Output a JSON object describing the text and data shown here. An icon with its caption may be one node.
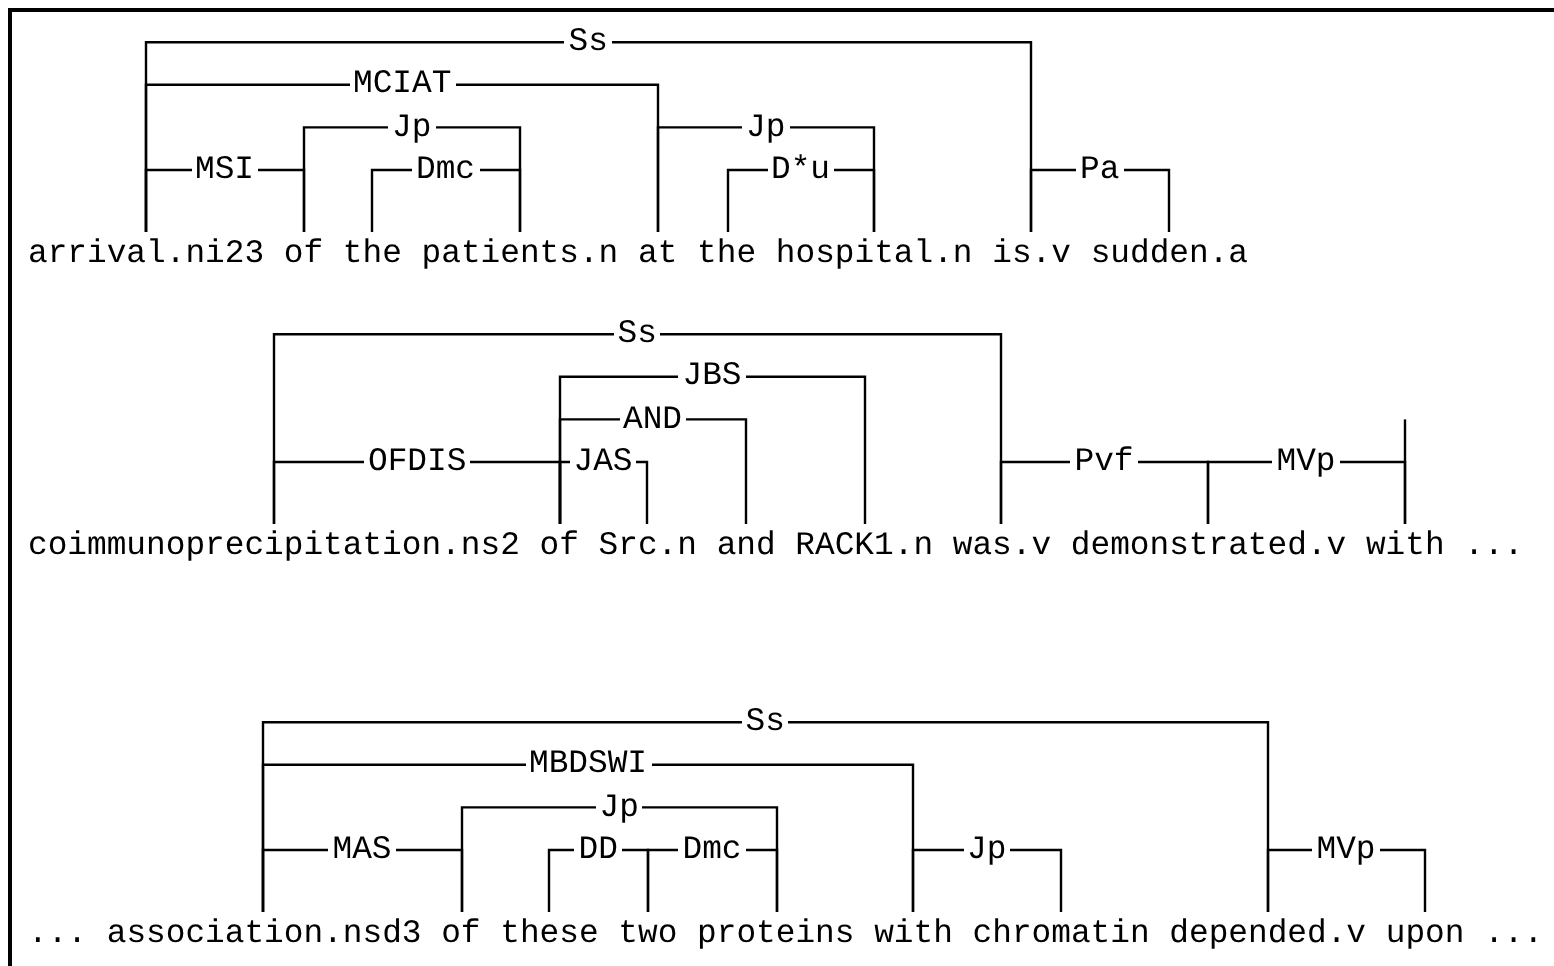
{
  "diagram": {
    "nodes": [
      {
        "text": [
          "arrival.ni23"
        ]
      },
      {
        "text": [
          "of"
        ]
      },
      {
        "text": [
          "the"
        ]
      },
      {
        "text": [
          "patients.n"
        ]
      },
      {
        "text": [
          "at"
        ]
      },
      {
        "text": [
          "the"
        ]
      },
      {
        "text": [
          "hospital.n"
        ]
      },
      {
        "text": [
          "is.v"
        ]
      },
      {
        "text": [
          "sudden.a"
        ]
      },
      {
        "text": [
          "coimmunoprecipitation.ns2"
        ]
      },
      {
        "text": [
          "of"
        ]
      },
      {
        "text": [
          "Src.n"
        ]
      },
      {
        "text": [
          "and"
        ]
      },
      {
        "text": [
          "RACK1.n"
        ]
      },
      {
        "text": [
          "was.v"
        ]
      },
      {
        "text": [
          "demonstrated.v"
        ]
      },
      {
        "text": [
          "with"
        ]
      },
      {
        "text": [
          "association.nsd3"
        ]
      },
      {
        "text": [
          "of"
        ]
      },
      {
        "text": [
          "these"
        ]
      },
      {
        "text": [
          "two"
        ]
      },
      {
        "text": [
          "proteins"
        ]
      },
      {
        "text": [
          "with"
        ]
      },
      {
        "text": [
          "chromatin"
        ]
      },
      {
        "text": [
          "depended.v"
        ]
      },
      {
        "text": [
          "upon"
        ]
      }
    ],
    "edges": [
      {
        "from": 0,
        "to": 7,
        "arrow": "none",
        "label": "Ss"
      },
      {
        "from": 0,
        "to": 4,
        "arrow": "none",
        "label": "MCIAT"
      },
      {
        "from": 1,
        "to": 3,
        "arrow": "none",
        "label": "Jp"
      },
      {
        "from": 4,
        "to": 6,
        "arrow": "none",
        "label": "Jp"
      },
      {
        "from": 0,
        "to": 1,
        "arrow": "none",
        "label": "MSI"
      },
      {
        "from": 2,
        "to": 3,
        "arrow": "none",
        "label": "Dmc"
      },
      {
        "from": 5,
        "to": 6,
        "arrow": "none",
        "label": "D*u"
      },
      {
        "from": 7,
        "to": 8,
        "arrow": "none",
        "label": "Pa"
      },
      {
        "from": 9,
        "to": 14,
        "arrow": "none",
        "label": "Ss"
      },
      {
        "from": 10,
        "to": 13,
        "arrow": "none",
        "label": "JBS"
      },
      {
        "from": 10,
        "to": 12,
        "arrow": "none",
        "label": "AND"
      },
      {
        "from": 9,
        "to": 10,
        "arrow": "none",
        "label": "OFDIS"
      },
      {
        "from": 10,
        "to": 11,
        "arrow": "none",
        "label": "JAS"
      },
      {
        "from": 14,
        "to": 15,
        "arrow": "none",
        "label": "Pvf"
      },
      {
        "from": 15,
        "to": 16,
        "arrow": "none",
        "label": "MVp"
      },
      {
        "from": 16,
        "to": null,
        "arrow": "none"
      },
      {
        "from": 17,
        "to": 24,
        "arrow": "none",
        "label": "Ss"
      },
      {
        "from": 17,
        "to": 22,
        "arrow": "none",
        "label": "MBDSWI"
      },
      {
        "from": 18,
        "to": 21,
        "arrow": "none",
        "label": "Jp"
      },
      {
        "from": 17,
        "to": 18,
        "arrow": "none",
        "label": "MAS"
      },
      {
        "from": 19,
        "to": 20,
        "arrow": "none",
        "label": "DD"
      },
      {
        "from": 20,
        "to": 21,
        "arrow": "none",
        "label": "Dmc"
      },
      {
        "from": 22,
        "to": 23,
        "arrow": "none",
        "label": "Jp"
      },
      {
        "from": 24,
        "to": 25,
        "arrow": "none",
        "label": "MVp"
      }
    ],
    "labels": [
      "...",
      "...",
      "..."
    ]
  }
}
